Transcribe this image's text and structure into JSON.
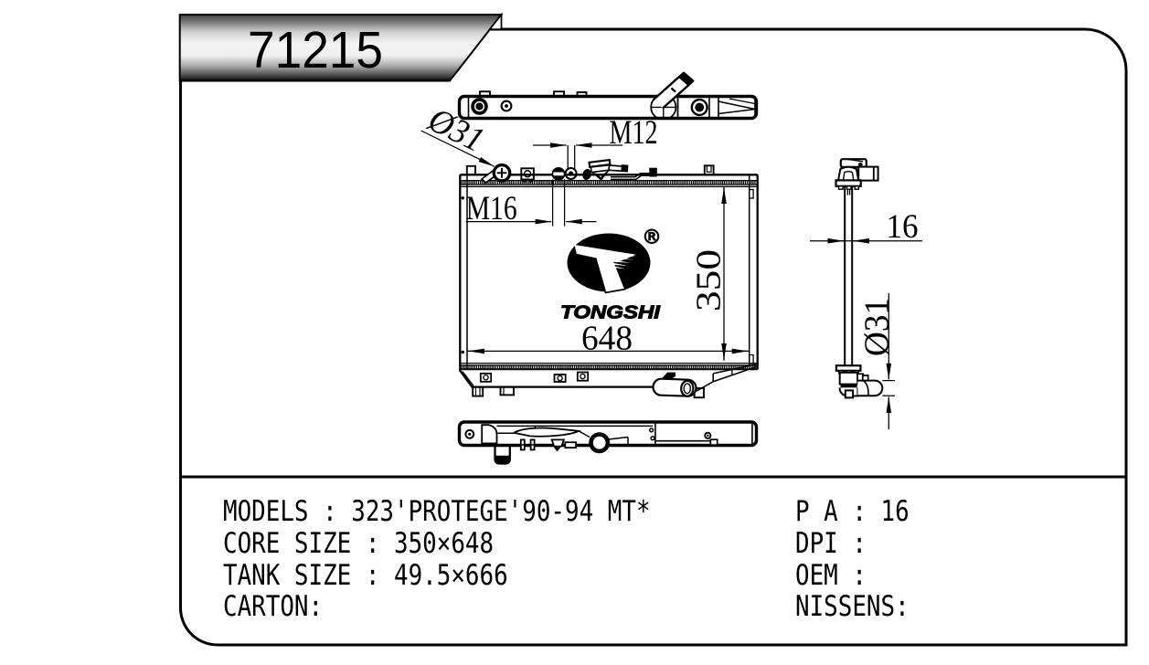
{
  "page": {
    "background": "#ffffff",
    "ink": "#000000",
    "description": "Radiator catalog technical drawing sheet"
  },
  "banner": {
    "part_number": "71215",
    "gradient_top": "#3f3f3f",
    "gradient_mid": "#f2f2f2",
    "gradient_bottom": "#060606"
  },
  "logo": {
    "brand": "TONGSHI",
    "registered_mark": "®"
  },
  "dimensions": {
    "drain_diameter_label": "Ø31",
    "upper_thread_label": "M12",
    "lower_thread_label": "M16",
    "core_width_label": "648",
    "core_height_label": "350",
    "thickness_label": "16",
    "outlet_diameter_label": "Ø31"
  },
  "specs": {
    "left": [
      "MODELS : 323'PROTEGE'90-94 MT*",
      "CORE SIZE : 350×648",
      "TANK SIZE : 49.5×666",
      "CARTON:"
    ],
    "right": [
      "P A : 16",
      "DPI :",
      "OEM :",
      "NISSENS:"
    ]
  }
}
